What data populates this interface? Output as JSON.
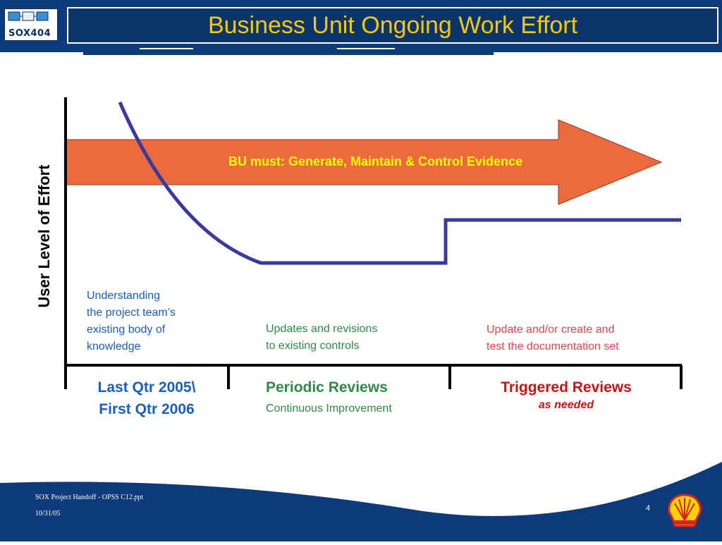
{
  "header": {
    "logo_text": "SOX404",
    "title": "Business Unit Ongoing Work Effort"
  },
  "diagram": {
    "y_axis_label": "User Level of Effort",
    "arrow_label": "BU must: Generate, Maintain & Control Evidence",
    "notes": [
      {
        "lines": [
          "Understanding",
          "the project team’s",
          "existing body of",
          "knowledge"
        ],
        "color": "#1a5fbf"
      },
      {
        "lines": [
          "Updates and revisions",
          "to existing controls"
        ],
        "color": "#2e8b45"
      },
      {
        "lines": [
          "Update and/or create and",
          "test the documentation set"
        ],
        "color": "#e8434b"
      }
    ],
    "phases": [
      {
        "lines": [
          "Last Qtr 2005\\",
          "First Qtr 2006"
        ],
        "color": "#1a5fbf"
      },
      {
        "lines": [
          "Periodic Reviews"
        ],
        "sub": "Continuous Improvement",
        "color": "#2e8b45"
      },
      {
        "lines": [
          "Triggered Reviews"
        ],
        "sub": "as needed",
        "color": "#cc1111"
      }
    ],
    "colors": {
      "arrow": "#eb6b3f",
      "curve": "#3a3a9c",
      "axis": "#000000"
    }
  },
  "footer": {
    "file": "SOX Project Handoff - OPSS C12.ppt",
    "date": "10/31/05",
    "page": "4"
  }
}
